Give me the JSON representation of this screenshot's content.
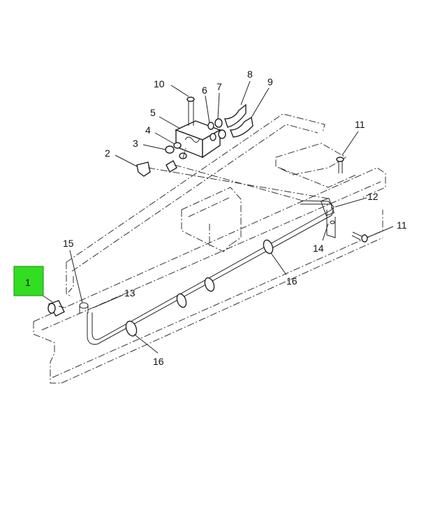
{
  "highlight_color": "#33dd22",
  "callouts": {
    "c1": "1",
    "c2": "2",
    "c3": "3",
    "c4": "4",
    "c5": "5",
    "c6": "6",
    "c7": "7",
    "c8": "8",
    "c9": "9",
    "c10": "10",
    "c11a": "11",
    "c11b": "11",
    "c12": "12",
    "c13": "13",
    "c14": "14",
    "c15": "15",
    "c16a": "16",
    "c16b": "16"
  }
}
